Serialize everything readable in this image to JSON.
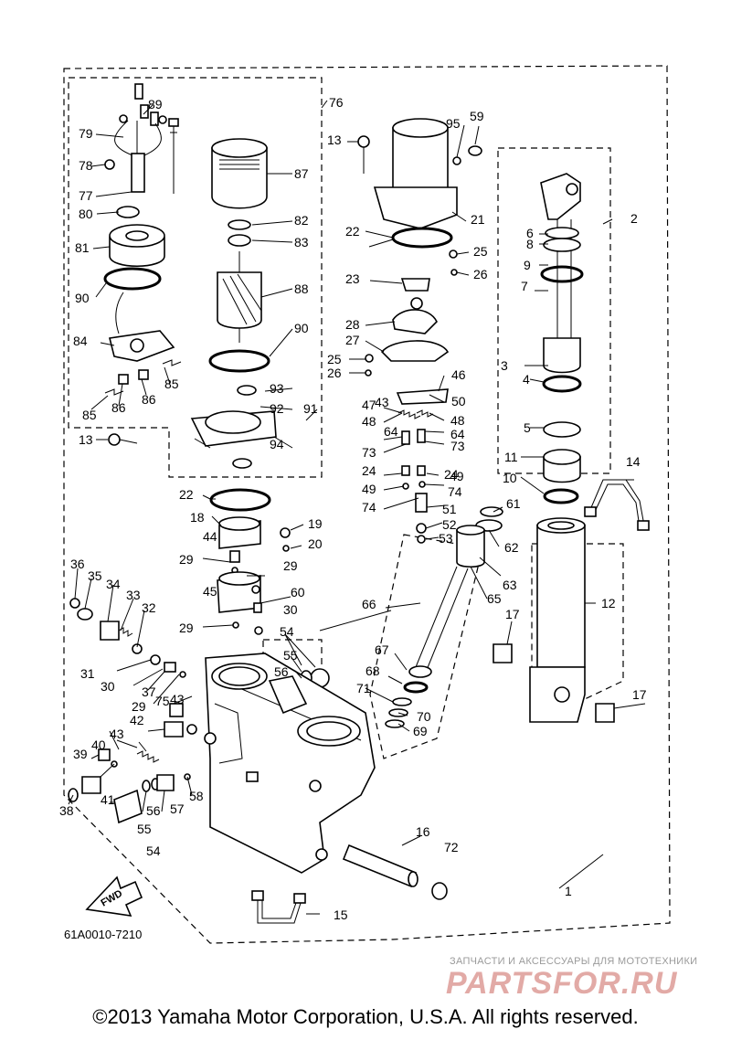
{
  "diagram": {
    "drawing_number": "61A0010-7210",
    "fwd_label": "FWD",
    "callouts": [
      "1",
      "2",
      "3",
      "4",
      "5",
      "6",
      "7",
      "8",
      "9",
      "10",
      "11",
      "12",
      "13",
      "13",
      "14",
      "15",
      "16",
      "17",
      "17",
      "18",
      "19",
      "20",
      "21",
      "22",
      "22",
      "23",
      "24",
      "24",
      "25",
      "25",
      "26",
      "26",
      "27",
      "28",
      "29",
      "29",
      "29",
      "29",
      "30",
      "30",
      "31",
      "32",
      "33",
      "34",
      "35",
      "36",
      "37",
      "38",
      "39",
      "40",
      "41",
      "42",
      "43",
      "43",
      "43",
      "44",
      "45",
      "46",
      "47",
      "48",
      "48",
      "49",
      "49",
      "50",
      "51",
      "52",
      "53",
      "54",
      "54",
      "55",
      "55",
      "56",
      "56",
      "57",
      "58",
      "59",
      "60",
      "61",
      "62",
      "63",
      "64",
      "64",
      "65",
      "66",
      "67",
      "68",
      "69",
      "70",
      "71",
      "72",
      "73",
      "73",
      "74",
      "74",
      "75",
      "76",
      "77",
      "78",
      "79",
      "80",
      "81",
      "82",
      "83",
      "84",
      "85",
      "85",
      "86",
      "86",
      "87",
      "88",
      "89",
      "90",
      "90",
      "91",
      "92",
      "93",
      "94",
      "95"
    ]
  },
  "watermark": {
    "caption": "ЗАПЧАСТИ И АКСЕССУАРЫ ДЛЯ МОТОТЕХНИКИ",
    "logo": "PARTSFOR.RU"
  },
  "footer": {
    "copyright": "©2013 Yamaha Motor Corporation, U.S.A. All rights reserved."
  }
}
